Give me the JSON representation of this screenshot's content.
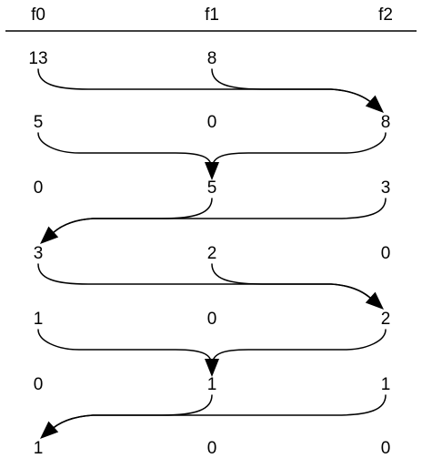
{
  "columns": [
    "f0",
    "f1",
    "f2"
  ],
  "rows": [
    [
      "13",
      "8",
      ""
    ],
    [
      "5",
      "0",
      "8"
    ],
    [
      "0",
      "5",
      "3"
    ],
    [
      "3",
      "2",
      "0"
    ],
    [
      "1",
      "0",
      "2"
    ],
    [
      "0",
      "1",
      "1"
    ],
    [
      "1",
      "0",
      "0"
    ]
  ],
  "merges": [
    {
      "from_row": 0,
      "from_cols": [
        0,
        1
      ],
      "to_row": 1,
      "to_col": 2
    },
    {
      "from_row": 1,
      "from_cols": [
        0,
        2
      ],
      "to_row": 2,
      "to_col": 1
    },
    {
      "from_row": 2,
      "from_cols": [
        1,
        2
      ],
      "to_row": 3,
      "to_col": 0
    },
    {
      "from_row": 3,
      "from_cols": [
        0,
        1
      ],
      "to_row": 4,
      "to_col": 2
    },
    {
      "from_row": 4,
      "from_cols": [
        0,
        2
      ],
      "to_row": 5,
      "to_col": 1
    },
    {
      "from_row": 5,
      "from_cols": [
        1,
        2
      ],
      "to_row": 6,
      "to_col": 0
    }
  ],
  "colors": {
    "ink": "#000000",
    "background": "#ffffff"
  }
}
